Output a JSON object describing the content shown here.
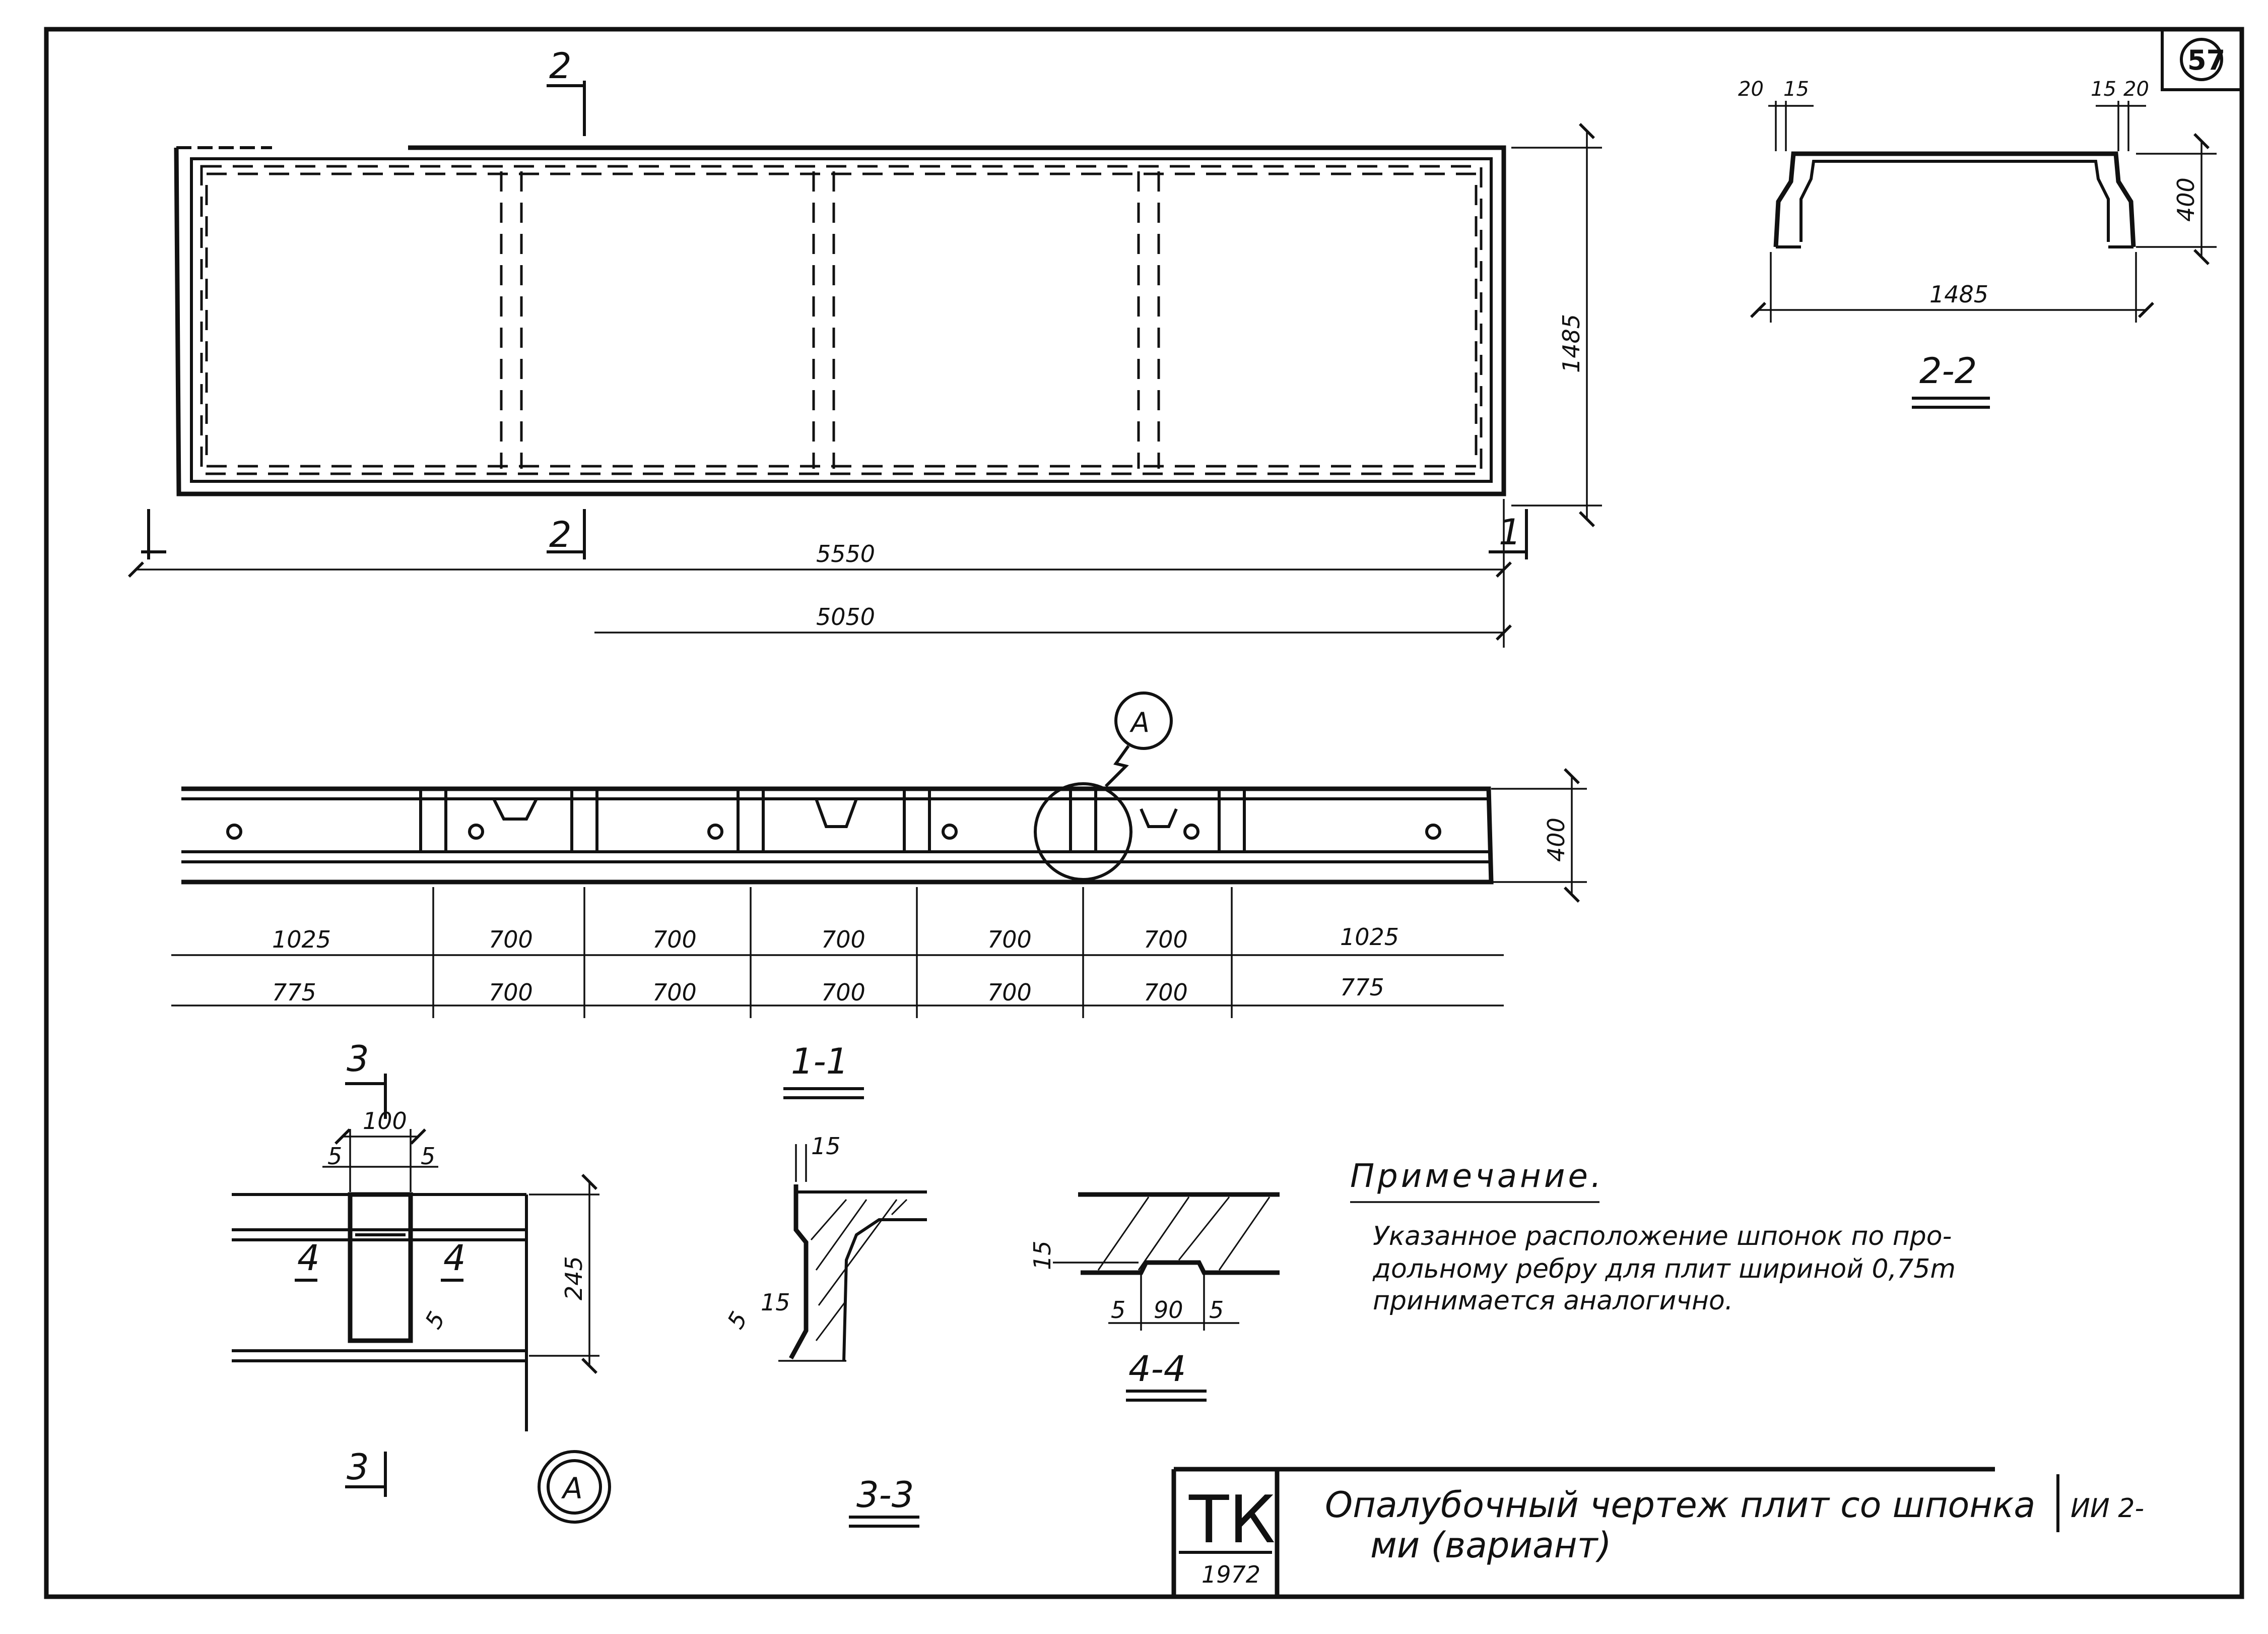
{
  "sheet_number": "57",
  "plan": {
    "section_mark": "2",
    "end_mark": "1",
    "dim_width": "1485",
    "dim_total_length": "5550",
    "dim_inner_length": "5050"
  },
  "section_1_1": {
    "title": "1-1",
    "detail_ref": "A",
    "dim_height": "400",
    "top_dims": [
      "1025",
      "700",
      "700",
      "700",
      "700",
      "700",
      "1025"
    ],
    "bottom_dims": [
      "775",
      "700",
      "700",
      "700",
      "700",
      "700",
      "775"
    ]
  },
  "section_2_2": {
    "title": "2-2",
    "dim_top_left_a": "20",
    "dim_top_left_b": "15",
    "dim_top_right_a": "15",
    "dim_top_right_b": "20",
    "dim_height": "400",
    "dim_width": "1485"
  },
  "detail_A": {
    "title": "A",
    "section_mark": "3",
    "cut_mark": "4",
    "dim_width": "100",
    "dim_gap_left": "5",
    "dim_gap_right": "5",
    "dim_inner": "5",
    "dim_height": "245"
  },
  "section_3_3": {
    "title": "3-3",
    "dim_top": "15",
    "dim_side": "15",
    "dim_corner": "5"
  },
  "section_4_4": {
    "title": "4-4",
    "dim_depth": "15",
    "dim_left": "5",
    "dim_key": "90",
    "dim_right": "5"
  },
  "note": {
    "heading": "Примечание.",
    "line1": "Указанное расположение шпонок по про-",
    "line2": "дольному ребру для плит шириной 0,75m",
    "line3": "принимается аналогично."
  },
  "title_block": {
    "stamp": "ТК",
    "year": "1972",
    "title_line1": "Опалубочный  чертеж плит со шпонка",
    "title_line2": "ми (вариант)",
    "code": "ИИ 2-"
  }
}
